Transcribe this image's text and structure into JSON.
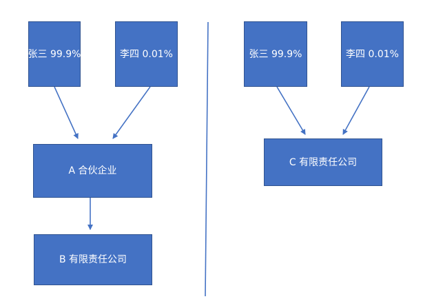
{
  "left": {
    "shareholder_1": "张三 99.9%",
    "shareholder_2": "李四 0.01%",
    "entity_a": "A 合伙企业",
    "entity_b": "B 有限责任公司"
  },
  "right": {
    "shareholder_1": "张三 99.9%",
    "shareholder_2": "李四 0.01%",
    "entity_c": "C 有限责任公司"
  },
  "colors": {
    "box_fill": "#4472c4",
    "box_border": "#2f528f",
    "arrow": "#4472c4",
    "divider": "#4472c4"
  }
}
